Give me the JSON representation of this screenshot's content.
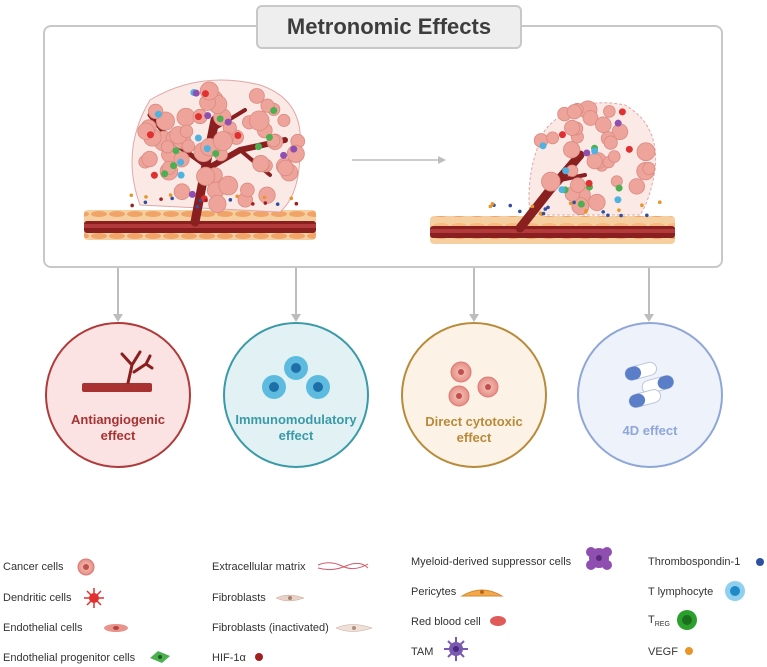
{
  "title": "Metronomic Effects",
  "effects": [
    {
      "id": "antiangiogenic",
      "line1": "Antiangiogenic",
      "line2": "effect",
      "color": "#b03a3a",
      "fill": "#fbe3e3"
    },
    {
      "id": "immunomodulatory",
      "line1": "Immunomodulatory",
      "line2": "effect",
      "color": "#3a9aa8",
      "fill": "#e2f2f4"
    },
    {
      "id": "cytotoxic",
      "line1": "Direct cytotoxic",
      "line2": "effect",
      "color": "#b98a3a",
      "fill": "#fcf3e6"
    },
    {
      "id": "4d",
      "line1": "4D effect",
      "line2": "",
      "color": "#8fa6d8",
      "fill": "#eef2fb"
    }
  ],
  "legend": {
    "col1": [
      "Cancer cells",
      "Dendritic cells",
      "Endothelial cells",
      "Endothelial progenitor cells"
    ],
    "col2": [
      "Extracellular matrix",
      "Fibroblasts",
      "Fibroblasts (inactivated)",
      "HIF-1α"
    ],
    "col3": [
      "Myeloid-derived suppressor cells",
      "Pericytes",
      "Red blood cell",
      "TAM"
    ],
    "col4": [
      "Thrombospondin-1",
      "T lymphocyte",
      "T",
      "VEGF"
    ],
    "treg_sub": "REG"
  },
  "colors": {
    "cancer": "#eea49a",
    "dendritic": "#e03030",
    "endothelial": "#e8938b",
    "progenitor": "#4caf50",
    "ecm": "#d45a6a",
    "fibroblast": "#e8d2c8",
    "hif": "#a02020",
    "mdsc": "#8e4fb0",
    "pericyte": "#f4a84c",
    "rbc": "#e05a5a",
    "tam": "#7a5ab0",
    "thrombospondin": "#2f4f9f",
    "tcell": "#4fb3e0",
    "treg": "#2ca02c",
    "vegf": "#e8952a",
    "vessel": "#8a1f1f"
  },
  "icons": [
    "branching-vessel-icon",
    "immune-cells-icon",
    "cancer-cells-icon",
    "pills-icon"
  ]
}
